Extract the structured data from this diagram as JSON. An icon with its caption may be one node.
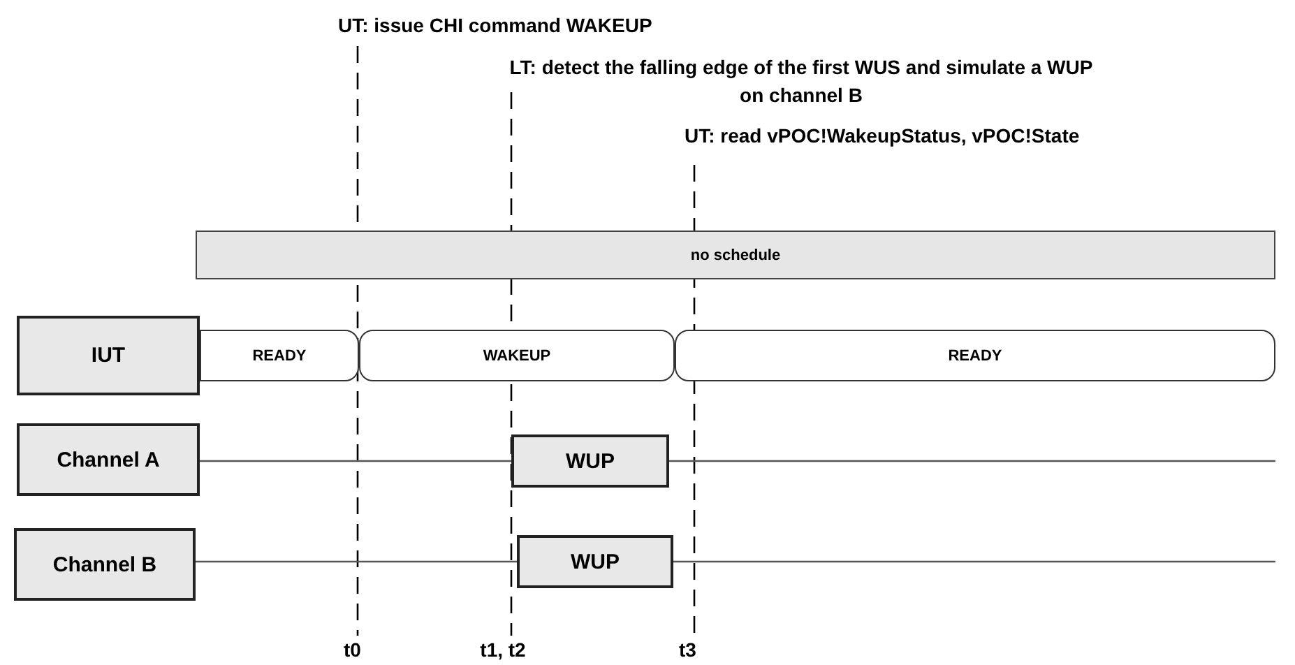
{
  "diagram": {
    "nodes": [
      {
        "text": [
          "no schedule"
        ]
      },
      {
        "text": [
          "IUT"
        ]
      },
      {
        "text": [
          "READY"
        ]
      },
      {
        "text": [
          "WAKEUP"
        ]
      },
      {
        "text": [
          "READY"
        ]
      },
      {
        "text": [
          "Channel A"
        ]
      },
      {
        "text": [
          "WUP"
        ]
      },
      {
        "text": [
          "Channel B"
        ]
      },
      {
        "text": [
          "WUP"
        ]
      }
    ],
    "edges": [
      {
        "from": 5,
        "to": 6,
        "arrow": "none"
      },
      {
        "from": 6,
        "to": null,
        "arrow": "none"
      },
      {
        "from": 7,
        "to": 8,
        "arrow": "none"
      },
      {
        "from": 8,
        "to": null,
        "arrow": "none"
      }
    ],
    "labels": [
      "UT: issue CHI command WAKEUP",
      "LT: detect the falling edge of the first WUS and simulate a WUP on channel B",
      "UT: read vPOC!WakeupStatus, vPOC!State",
      "t0",
      "t1, t2",
      "t3"
    ]
  }
}
